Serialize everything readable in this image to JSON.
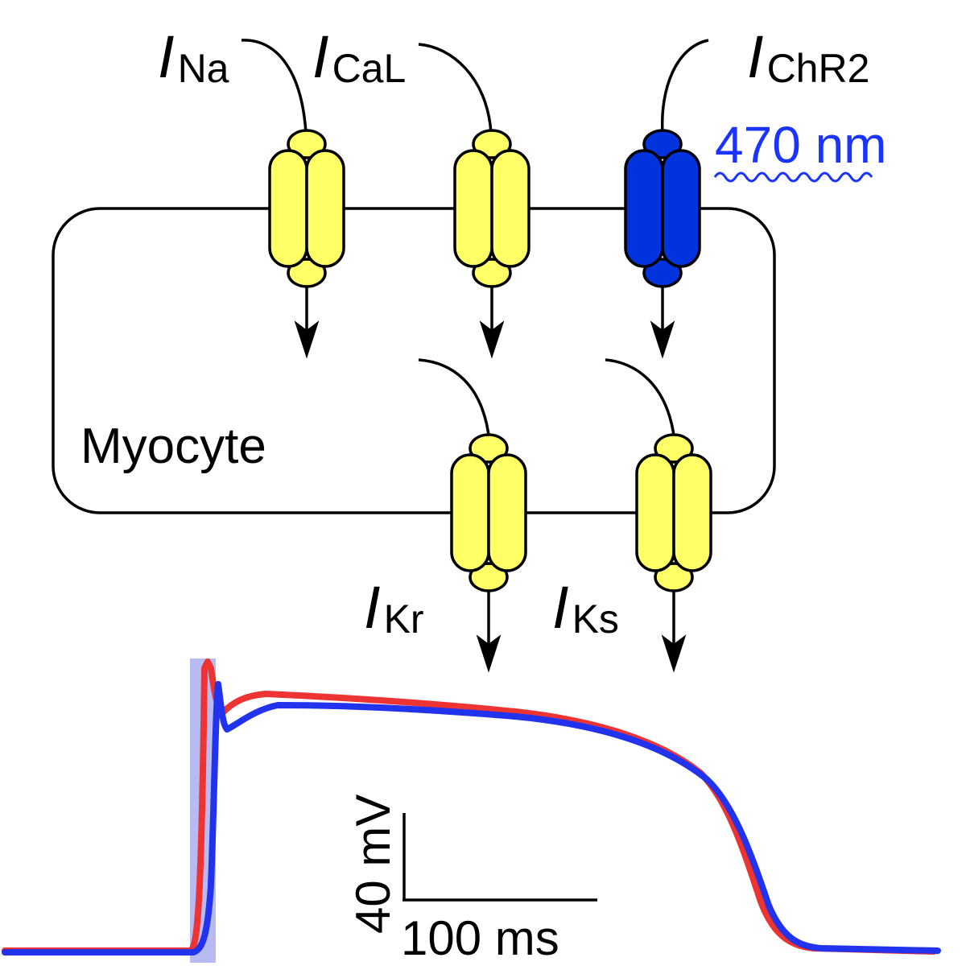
{
  "cell": {
    "label": "Myocyte"
  },
  "currents": [
    {
      "id": "na",
      "symbol": "I",
      "subscript": "Na"
    },
    {
      "id": "cal",
      "symbol": "I",
      "subscript": "CaL"
    },
    {
      "id": "chr2",
      "symbol": "I",
      "subscript": "ChR2"
    },
    {
      "id": "kr",
      "symbol": "I",
      "subscript": "Kr"
    },
    {
      "id": "ks",
      "symbol": "I",
      "subscript": "Ks"
    }
  ],
  "light": {
    "label": "470 nm"
  },
  "scale_bar": {
    "vertical_label": "40 mV",
    "horizontal_label": "100 ms"
  },
  "colors": {
    "channel_fill": "#ffff66",
    "chr2_fill": "#0033dd",
    "light": "#1a33ff",
    "trace_red": "#ee3333",
    "trace_blue": "#2233ee",
    "stimulus_band": "#b0b4f0"
  }
}
